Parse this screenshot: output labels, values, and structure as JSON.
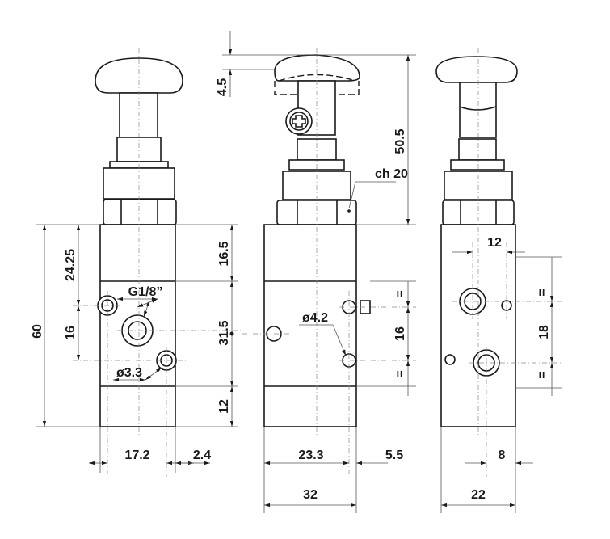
{
  "views": {
    "front": {
      "dimensions": {
        "overall_height": "60",
        "top_to_port": "24.25",
        "port_spacing": "16",
        "upper_section": "16.5",
        "mid_section": "31.5",
        "lower_section": "12",
        "width_a": "17.2",
        "width_b": "2.4"
      },
      "callouts": {
        "thread": "G1/8”",
        "hole": "ø3.3"
      }
    },
    "side": {
      "dimensions": {
        "stroke": "4.5",
        "actuator_height": "50.5",
        "port_spacing": "16",
        "width_a": "23.3",
        "width_b": "5.5",
        "total_width": "32"
      },
      "callouts": {
        "hex": "ch 20",
        "hole": "ø4.2"
      },
      "equal_marks": [
        "=",
        "="
      ]
    },
    "rear": {
      "dimensions": {
        "offset": "12",
        "port_spacing": "18",
        "offset_bottom": "8",
        "total_width": "22"
      },
      "equal_marks": [
        "=",
        "="
      ]
    }
  }
}
